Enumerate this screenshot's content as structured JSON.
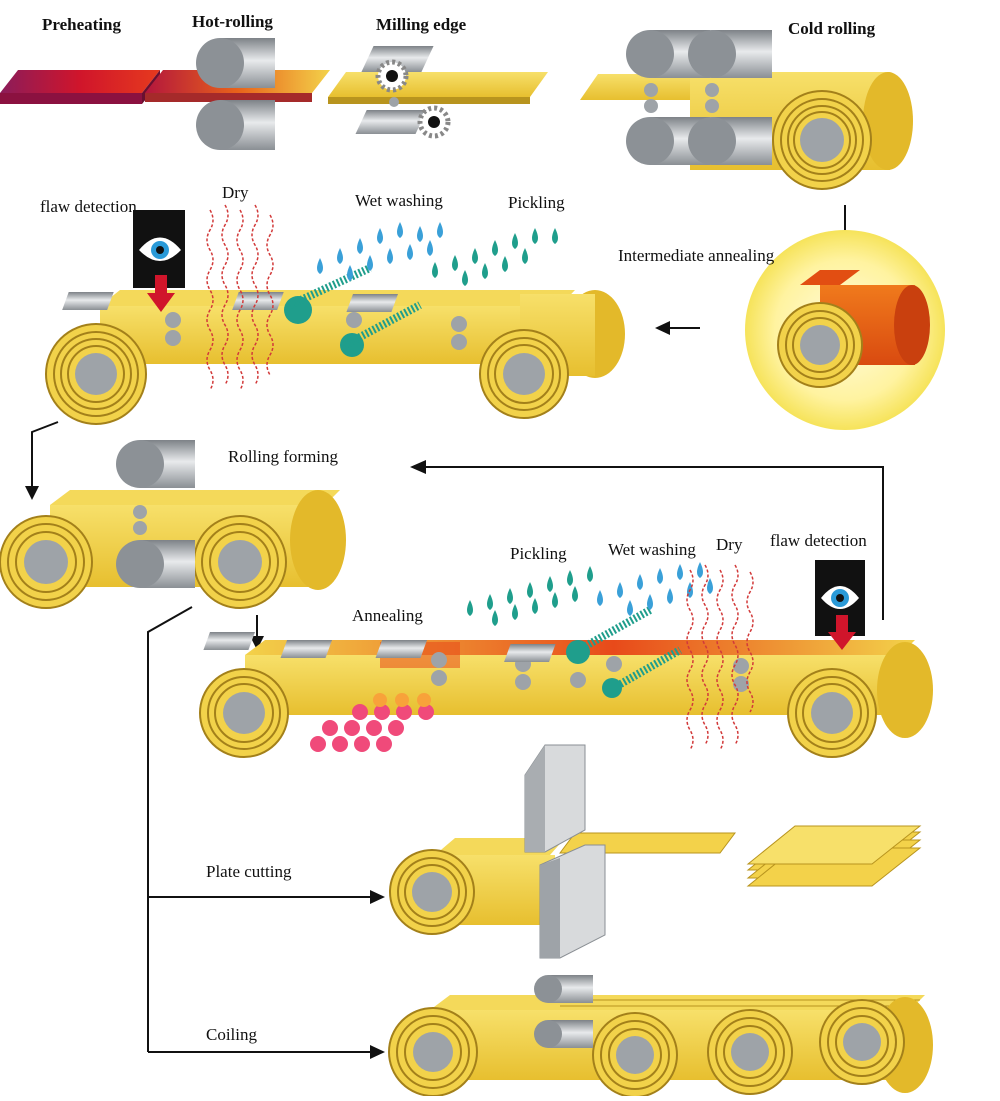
{
  "diagram": {
    "steps": {
      "preheating": "Preheating",
      "hot_rolling": "Hot-rolling",
      "milling_edge": "Milling edge",
      "cold_rolling": "Cold rolling",
      "intermediate_annealing": "Intermediate annealing",
      "flaw_detection_1": "flaw detection",
      "dry_1": "Dry",
      "wet_washing_1": "Wet washing",
      "pickling_1": "Pickling",
      "rolling_forming": "Rolling forming",
      "annealing": "Annealing",
      "pickling_2": "Pickling",
      "wet_washing_2": "Wet washing",
      "dry_2": "Dry",
      "flaw_detection_2": "flaw detection",
      "plate_cutting": "Plate cutting",
      "coiling": "Coiling"
    }
  },
  "colors": {
    "strip_yellow": "#f3d24a",
    "strip_edge": "#c9a227",
    "roller_gray": "#9ea3a8",
    "hot_red": "#d0152b",
    "annealing_orange": "#e8621a",
    "wash_blue": "#3aa0d8",
    "pickle_teal": "#1f9e8c",
    "dry_red": "#d23a3a",
    "arrow_black": "#111111"
  }
}
